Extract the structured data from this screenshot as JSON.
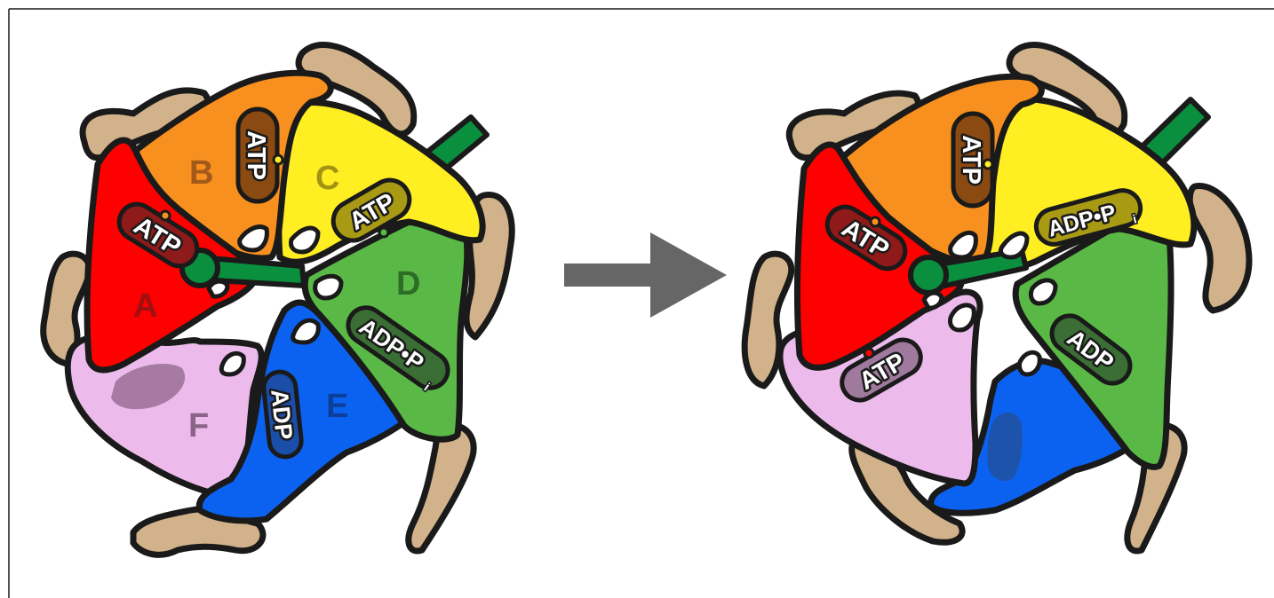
{
  "diagram": {
    "colors": {
      "A": "#fe0000",
      "B": "#f7901e",
      "C": "#ffee22",
      "D": "#5ab946",
      "E": "#0c62f0",
      "F": "#ecbbeb",
      "tan": "#d1b28a",
      "stalk": "#0a8f3e",
      "arrow": "#666666",
      "outline": "#1a1a1a"
    },
    "left": {
      "letters": {
        "A": "A",
        "B": "B",
        "C": "C",
        "D": "D",
        "E": "E",
        "F": "F"
      },
      "pills": {
        "A": "ATP",
        "B": "ATP",
        "C": "ATP",
        "D": "ADP•P",
        "D_sub": "i",
        "E": "ADP"
      }
    },
    "right": {
      "pills": {
        "A": "ATP",
        "B": "ATP",
        "C": "ADP•P",
        "C_sub": "i",
        "D": "ADP",
        "F": "ATP"
      }
    }
  }
}
